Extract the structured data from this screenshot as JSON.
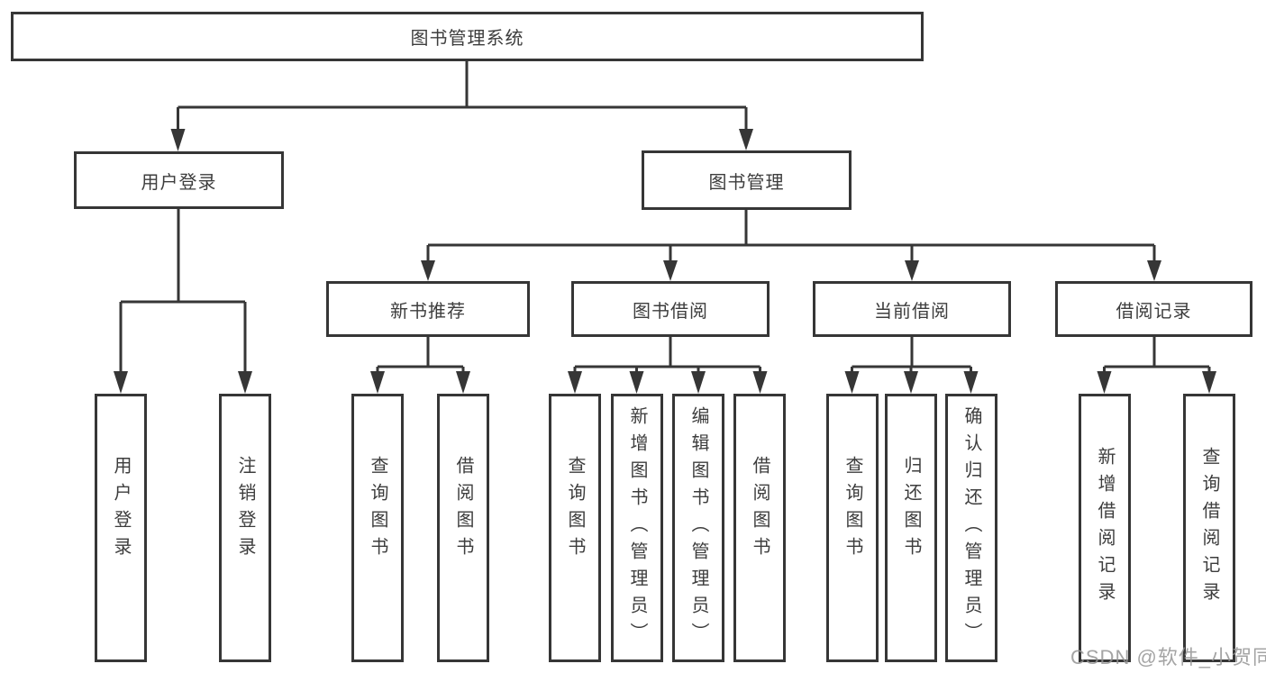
{
  "tree": {
    "root": {
      "label": "图书管理系统"
    },
    "children": [
      {
        "label": "用户登录",
        "children": [
          {
            "label": "用户登录"
          },
          {
            "label": "注销登录"
          }
        ]
      },
      {
        "label": "图书管理",
        "children": [
          {
            "label": "新书推荐",
            "children": [
              {
                "label": "查询图书"
              },
              {
                "label": "借阅图书"
              }
            ]
          },
          {
            "label": "图书借阅",
            "children": [
              {
                "label": "查询图书"
              },
              {
                "label": "新增图书（管理员）"
              },
              {
                "label": "编辑图书（管理员）"
              },
              {
                "label": "借阅图书"
              }
            ]
          },
          {
            "label": "当前借阅",
            "children": [
              {
                "label": "查询图书"
              },
              {
                "label": "归还图书"
              },
              {
                "label": "确认归还（管理员）"
              }
            ]
          },
          {
            "label": "借阅记录",
            "children": [
              {
                "label": "新增借阅记录"
              },
              {
                "label": "查询借阅记录"
              }
            ]
          }
        ]
      }
    ]
  },
  "watermark": {
    "text": "CSDN @软件_小贺同学"
  },
  "colors": {
    "line": "#363636",
    "box_border": "#363636",
    "text": "#3d3d3d",
    "watermark": "#949494",
    "background": "#ffffff"
  }
}
